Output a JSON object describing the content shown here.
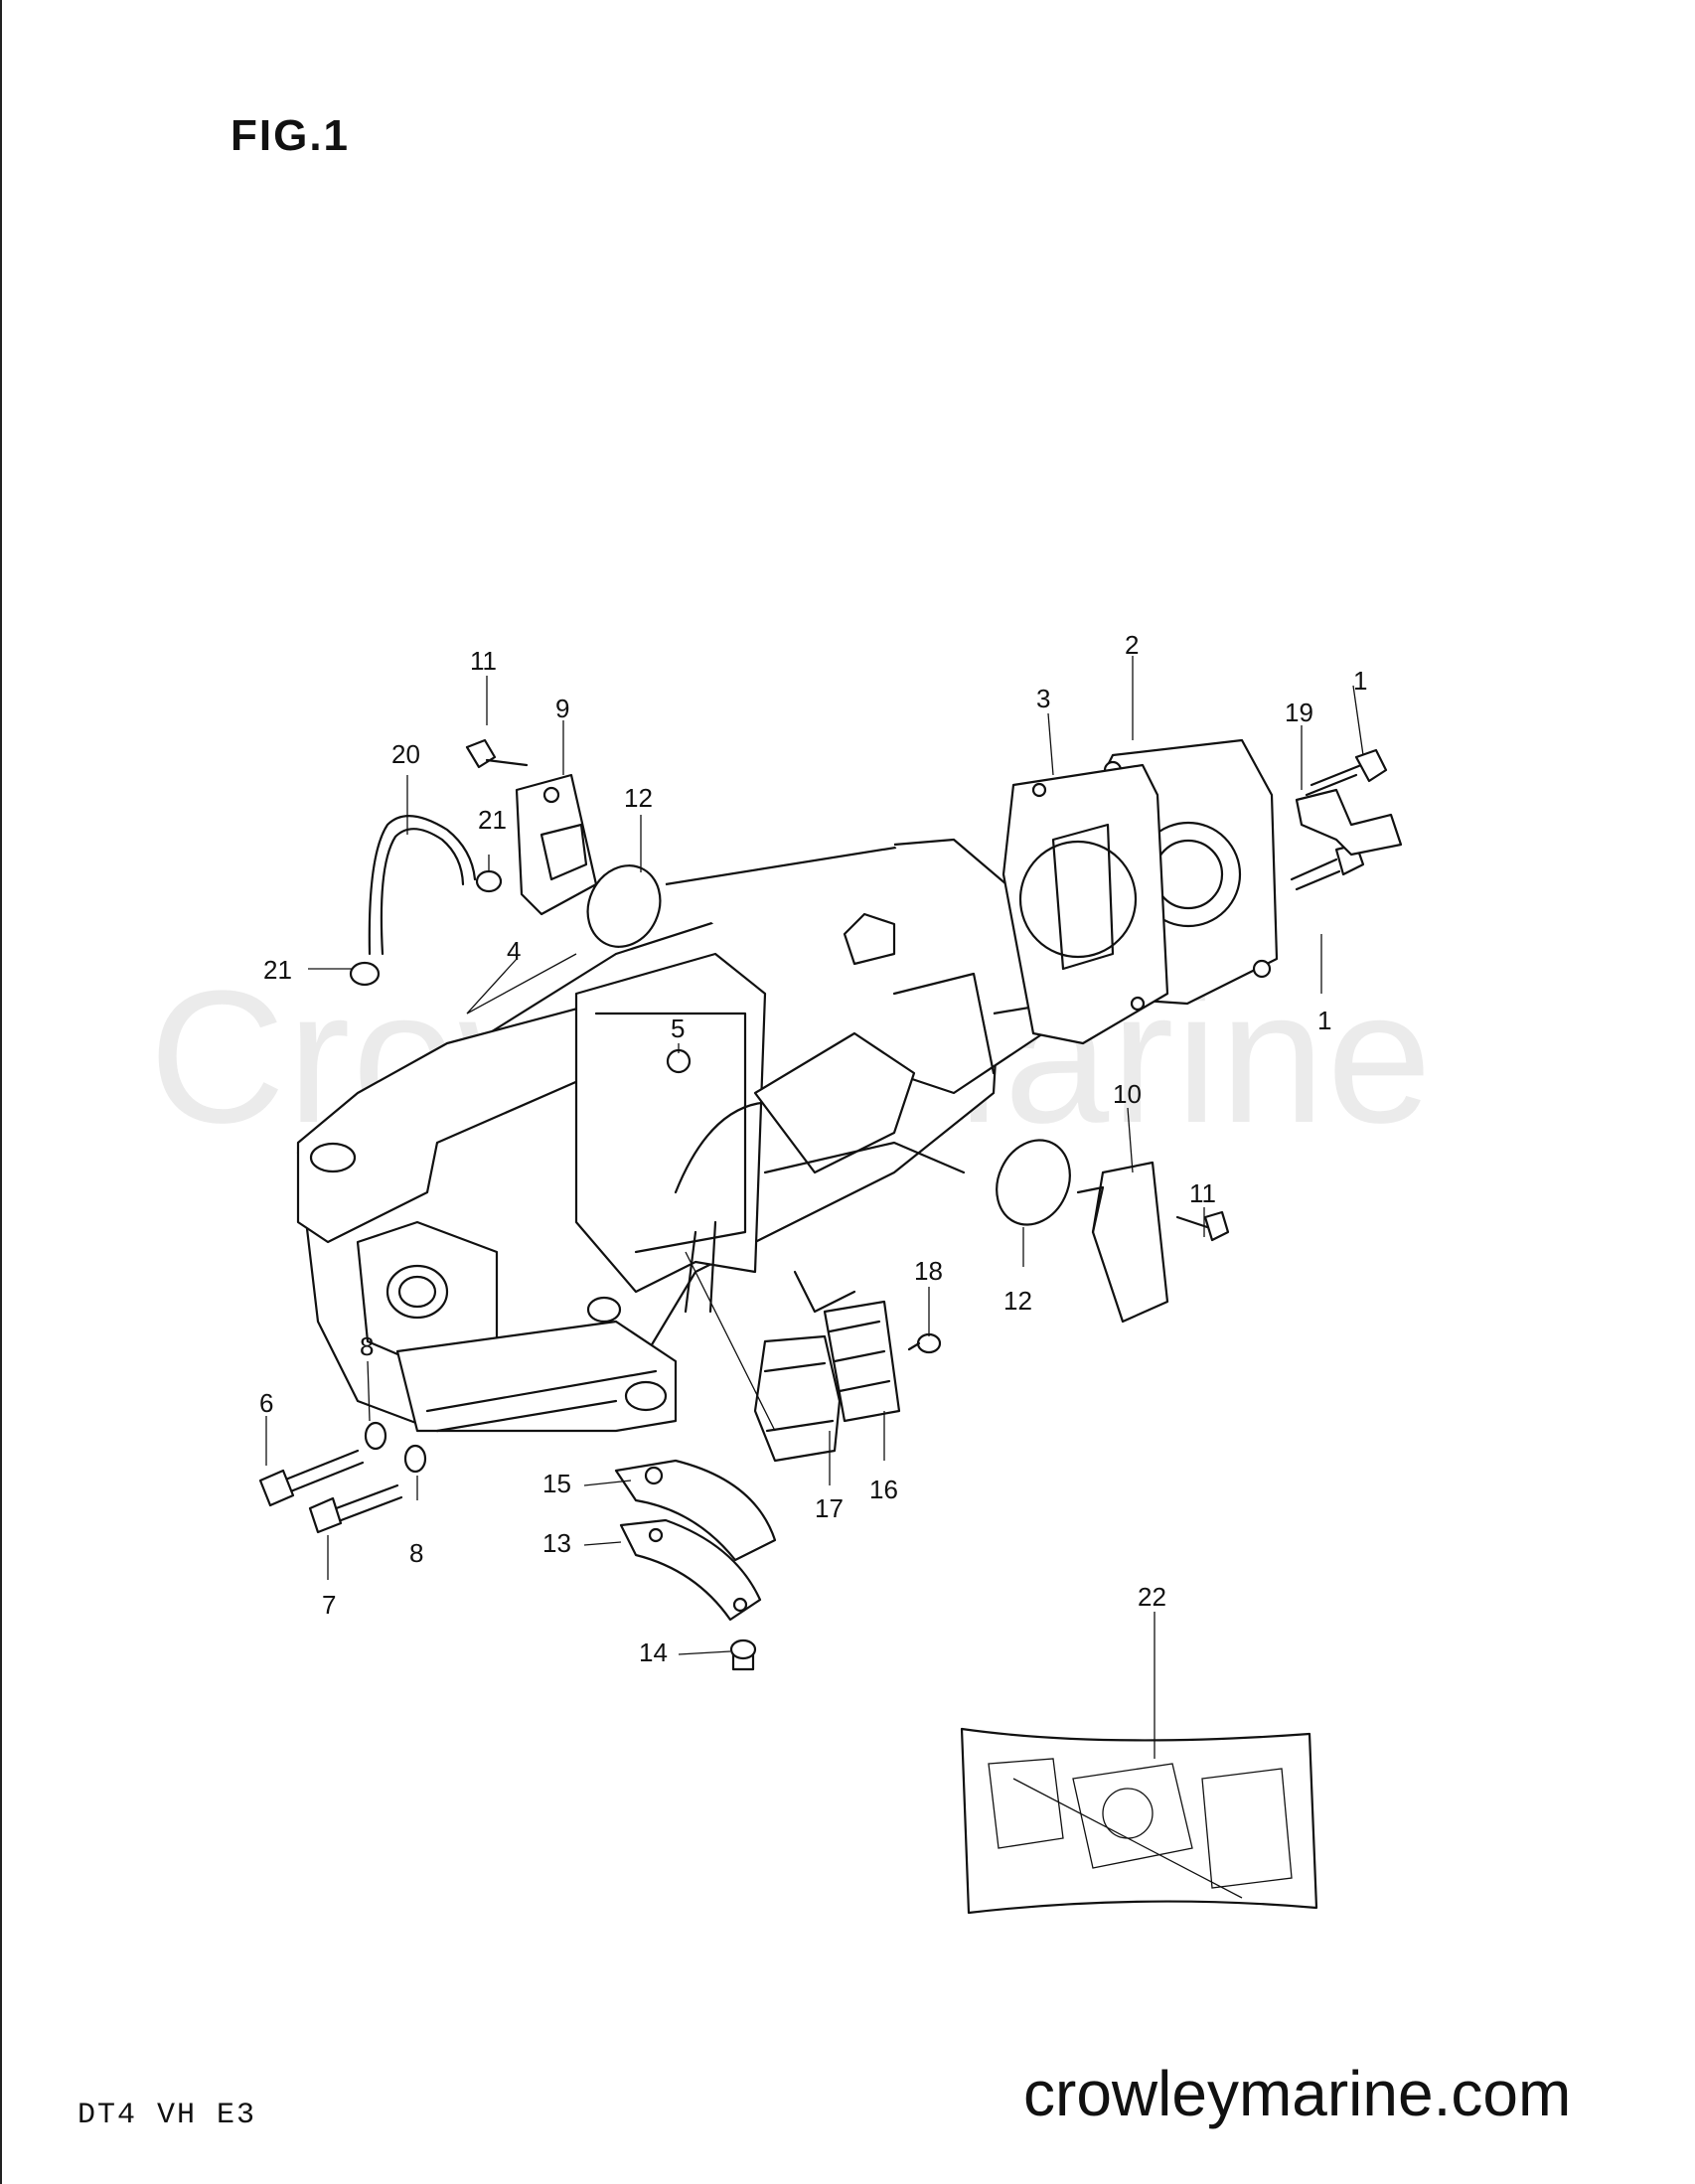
{
  "figure": {
    "title": "FIG.1"
  },
  "footer": {
    "model_code": "DT4 VH E3",
    "website": "crowleymarine.com"
  },
  "watermark": {
    "text": "CrowleyMarine"
  },
  "callouts": {
    "c1a": "1",
    "c1b": "1",
    "c2": "2",
    "c3": "3",
    "c4": "4",
    "c5": "5",
    "c6": "6",
    "c7": "7",
    "c8a": "8",
    "c8b": "8",
    "c9": "9",
    "c10": "10",
    "c11a": "11",
    "c11b": "11",
    "c12a": "12",
    "c12b": "12",
    "c13": "13",
    "c14": "14",
    "c15": "15",
    "c16": "16",
    "c17": "17",
    "c18": "18",
    "c19": "19",
    "c20": "20",
    "c21a": "21",
    "c21b": "21",
    "c22": "22"
  }
}
